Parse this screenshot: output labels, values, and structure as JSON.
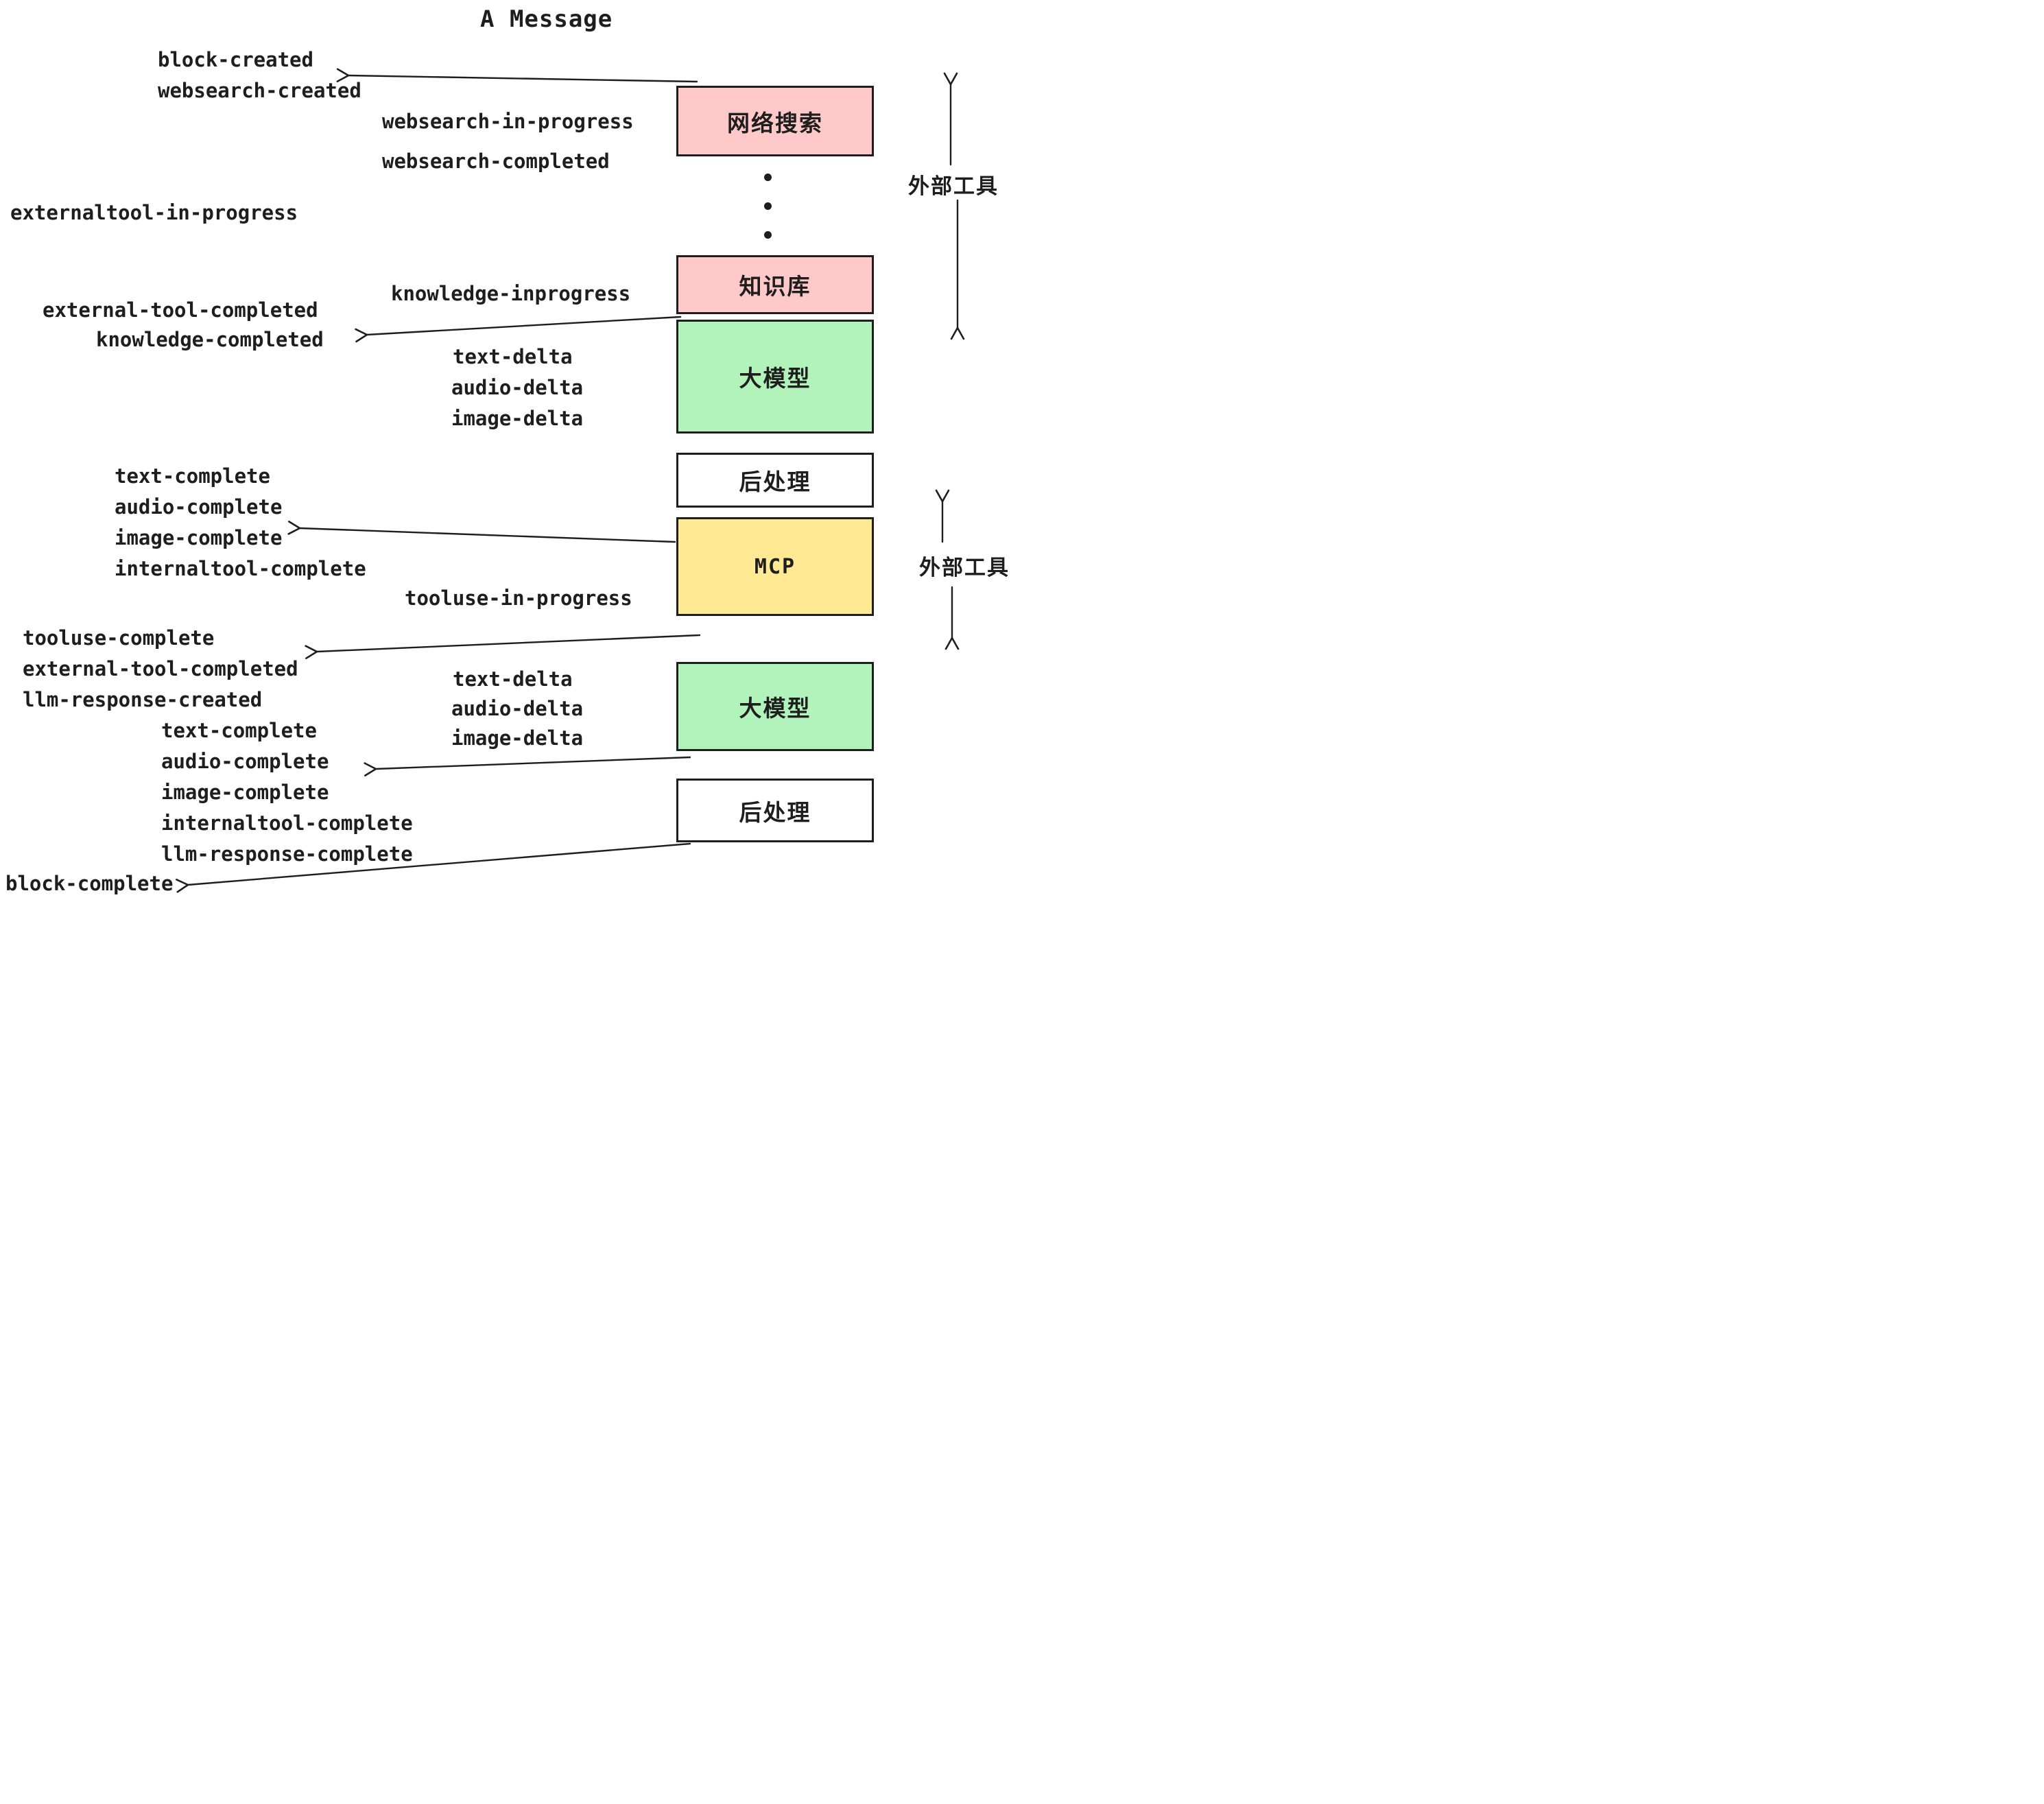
{
  "title": "A Message",
  "events": {
    "block_created": "block-created",
    "websearch_created": "websearch-created",
    "websearch_in_progress": "websearch-in-progress",
    "websearch_completed": "websearch-completed",
    "externaltool_in_progress": "externaltool-in-progress",
    "knowledge_inprogress": "knowledge-inprogress",
    "external_tool_completed_1": "external-tool-completed",
    "knowledge_completed": "knowledge-completed",
    "text_delta_1": "text-delta",
    "audio_delta_1": "audio-delta",
    "image_delta_1": "image-delta",
    "text_complete_1": "text-complete",
    "audio_complete_1": "audio-complete",
    "image_complete_1": "image-complete",
    "internaltool_complete_1": "internaltool-complete",
    "tooluse_in_progress": "tooluse-in-progress",
    "tooluse_complete": "tooluse-complete",
    "external_tool_completed_2": "external-tool-completed",
    "llm_response_created": "llm-response-created",
    "text_complete_2": "text-complete",
    "audio_complete_2": "audio-complete",
    "image_complete_2": "image-complete",
    "internaltool_complete_2": "internaltool-complete",
    "llm_response_complete": "llm-response-complete",
    "text_delta_2": "text-delta",
    "audio_delta_2": "audio-delta",
    "image_delta_2": "image-delta",
    "block_complete": "block-complete"
  },
  "boxes": [
    {
      "id": "websearch",
      "label": "网络搜索",
      "color": "#ffc9c9"
    },
    {
      "id": "knowledge",
      "label": "知识库",
      "color": "#ffc9c9"
    },
    {
      "id": "llm_1",
      "label": "大模型",
      "color": "#b2f2bb"
    },
    {
      "id": "postprocess_1",
      "label": "后处理",
      "color": "#ffffff"
    },
    {
      "id": "mcp",
      "label": "MCP",
      "color": "#ffe993"
    },
    {
      "id": "llm_2",
      "label": "大模型",
      "color": "#b2f2bb"
    },
    {
      "id": "postprocess_2",
      "label": "后处理",
      "color": "#ffffff"
    }
  ],
  "side_labels": {
    "external_tools_1": "外部工具",
    "external_tools_2": "外部工具"
  },
  "colors": {
    "box_pink": "#ffc9c9",
    "box_green": "#b2f2bb",
    "box_yellow": "#ffe993",
    "box_white": "#ffffff",
    "stroke": "#1e1e1e",
    "background": "#ffffff"
  }
}
